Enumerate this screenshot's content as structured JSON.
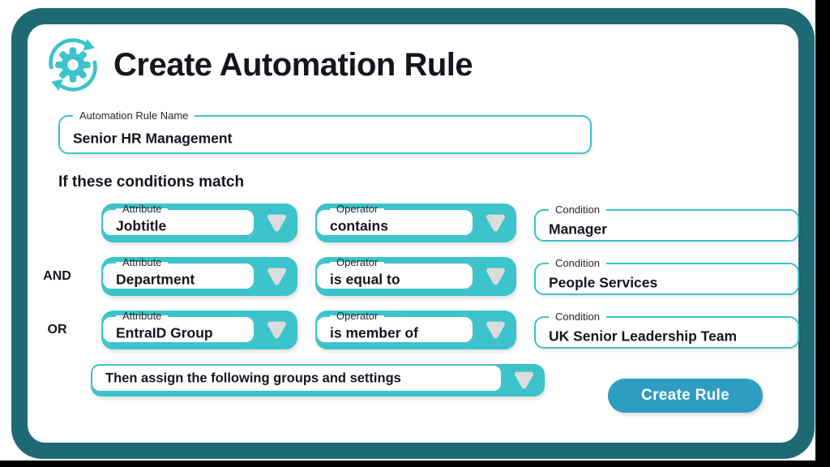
{
  "window": {
    "title": "Create Automation Rule"
  },
  "colors": {
    "accent": "#3CC3CB",
    "frame": "#1E6A74",
    "button": "#2F9DC1",
    "triangle": "#DCDCDC",
    "text": "#15151F"
  },
  "icons": {
    "header_icon": "gear-sync-icon",
    "dropdown_icon": "triangle-down-icon"
  },
  "rule_name_field": {
    "label": "Automation Rule Name",
    "value": "Senior HR Management"
  },
  "conditions": {
    "heading": "If these conditions match",
    "field_labels": {
      "attribute": "Attribute",
      "operator": "Operator",
      "condition": "Condition"
    },
    "rows": [
      {
        "connector": "",
        "attribute": "Jobtitle",
        "operator": "contains",
        "condition": "Manager"
      },
      {
        "connector": "AND",
        "attribute": "Department",
        "operator": "is equal to",
        "condition": "People Services"
      },
      {
        "connector": "OR",
        "attribute": "EntraID Group",
        "operator": "is member of",
        "condition": "UK Senior Leadership Team"
      }
    ]
  },
  "assign_dropdown": {
    "value": "Then assign the following groups and settings"
  },
  "create_button": {
    "label": "Create Rule"
  }
}
